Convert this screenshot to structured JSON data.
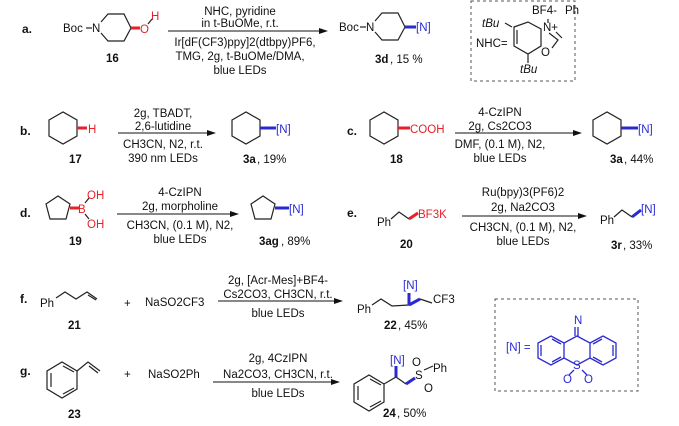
{
  "colors": {
    "leaving_group": "#e8202a",
    "amination_group": "#2a2ad0",
    "text": "#111111"
  },
  "reactions": [
    {
      "label": "a.",
      "substrate": {
        "prefix": "Boc",
        "group": "O",
        "group_h": "H",
        "id": "16"
      },
      "conditions_top": [
        "NHC, pyridine",
        "in t-BuOMe, r.t."
      ],
      "conditions_bottom": [
        "Ir[dF(CF3)ppy]2(dtbpy)PF6,",
        "TMG, 2g, t-BuOMe/DMA,",
        "blue LEDs"
      ],
      "product": {
        "prefix": "Boc",
        "group": "[N]",
        "id": "3d",
        "yield": ", 15 %"
      }
    },
    {
      "label": "b.",
      "substrate": {
        "group": "H",
        "id": "17"
      },
      "conditions_top": [
        "2g, TBADT,",
        "2,6-lutidine"
      ],
      "conditions_bottom": [
        "CH3CN, N2, r.t.",
        "390 nm LEDs"
      ],
      "product": {
        "group": "[N]",
        "id": "3a",
        "yield": ", 19%"
      }
    },
    {
      "label": "c.",
      "substrate": {
        "group": "COOH",
        "id": "18"
      },
      "conditions_top": [
        "4-CzIPN",
        "2g, Cs2CO3"
      ],
      "conditions_bottom": [
        "DMF, (0.1 M), N2,",
        "blue LEDs"
      ],
      "product": {
        "group": "[N]",
        "id": "3a",
        "yield": ", 44%"
      }
    },
    {
      "label": "d.",
      "substrate": {
        "group": "B",
        "oh1": "OH",
        "oh2": "OH",
        "id": "19"
      },
      "conditions_top": [
        "4-CzIPN",
        "2g, morpholine"
      ],
      "conditions_bottom": [
        "CH3CN, (0.1 M), N2,",
        "blue LEDs"
      ],
      "product": {
        "group": "[N]",
        "id": "3ag",
        "yield": ", 89%"
      }
    },
    {
      "label": "e.",
      "substrate": {
        "prefix": "Ph",
        "group": "BF3K",
        "id": "20"
      },
      "conditions_top": [
        "Ru(bpy)3(PF6)2",
        "2g, Na2CO3"
      ],
      "conditions_bottom": [
        "CH3CN, (0.1 M), N2,",
        "blue LEDs"
      ],
      "product": {
        "prefix": "Ph",
        "group": "[N]",
        "id": "3r",
        "yield": ", 33%"
      }
    },
    {
      "label": "f.",
      "substrate": {
        "prefix": "Ph",
        "id": "21"
      },
      "plus": "+",
      "reagent": "NaSO2CF3",
      "conditions_top": [
        "2g, [Acr-Mes]+BF4-",
        "Cs2CO3, CH3CN, r.t."
      ],
      "conditions_bottom": [
        "blue LEDs"
      ],
      "product": {
        "prefix": "Ph",
        "group": "[N]",
        "cf3": "CF3",
        "id": "22",
        "yield": ", 45%"
      }
    },
    {
      "label": "g.",
      "substrate": {
        "id": "23"
      },
      "plus": "+",
      "reagent": "NaSO2Ph",
      "conditions_top": [
        "2g, 4CzIPN",
        "Na2CO3, CH3CN, r.t."
      ],
      "conditions_bottom": [
        "blue LEDs"
      ],
      "product": {
        "group": "[N]",
        "s": "S",
        "o1": "O",
        "o2": "O",
        "ph": "Ph",
        "id": "24",
        "yield": ", 50%"
      }
    }
  ],
  "nhc_box": {
    "prefix": "NHC=",
    "tbu1": "tBu",
    "tbu2": "tBu",
    "counterion": "BF4-",
    "ph": "Ph",
    "n": "N+",
    "o": "O"
  },
  "n_box": {
    "label": "[N] =",
    "n": "N",
    "s": "S",
    "o1": "O",
    "o2": "O"
  }
}
